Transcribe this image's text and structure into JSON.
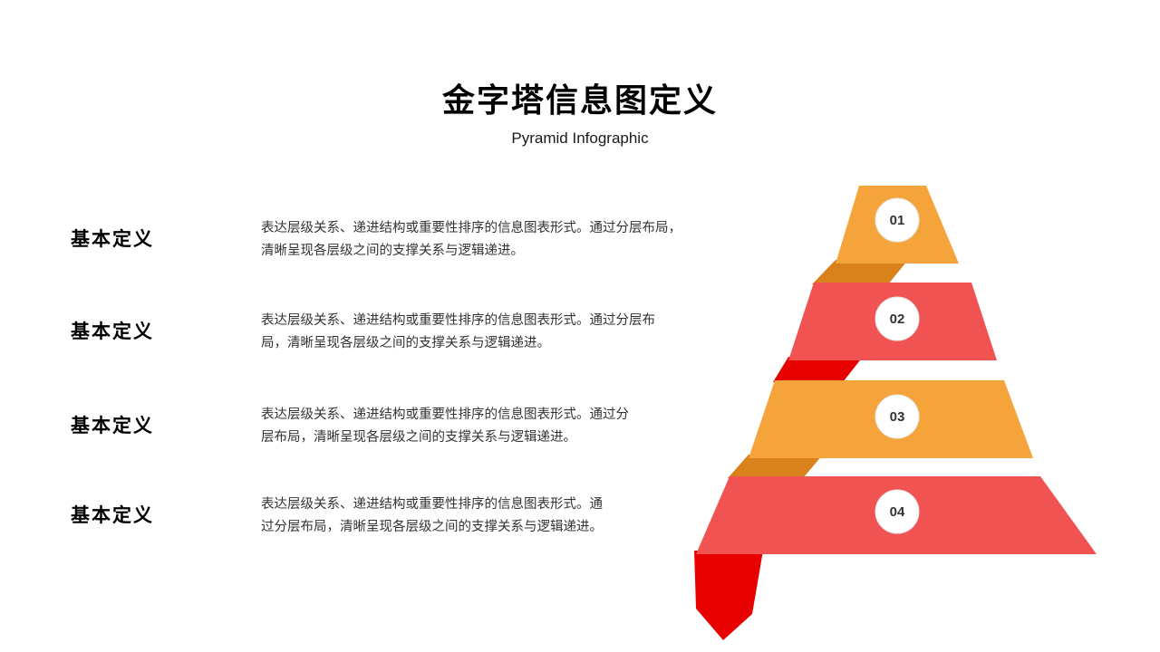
{
  "slide": {
    "title": "金字塔信息图定义",
    "subtitle": "Pyramid Infographic",
    "background_color": "#ffffff"
  },
  "rows": [
    {
      "label": "基本定义",
      "description": "表达层级关系、递进结构或重要性排序的信息图表形式。通过分层布局，\n清晰呈现各层级之间的支撑关系与逻辑递进。"
    },
    {
      "label": "基本定义",
      "description": "表达层级关系、递进结构或重要性排序的信息图表形式。通过分层布\n局，清晰呈现各层级之间的支撑关系与逻辑递进。"
    },
    {
      "label": "基本定义",
      "description": "表达层级关系、递进结构或重要性排序的信息图表形式。通过分\n层布局，清晰呈现各层级之间的支撑关系与逻辑递进。"
    },
    {
      "label": "基本定义",
      "description": "表达层级关系、递进结构或重要性排序的信息图表形式。通\n过分层布局，清晰呈现各层级之间的支撑关系与逻辑递进。"
    }
  ],
  "pyramid": {
    "levels": [
      {
        "number": "01",
        "band_color": "#F5A43C",
        "fold_color": "#D9821C"
      },
      {
        "number": "02",
        "band_color": "#F15353",
        "fold_color": "#E60000"
      },
      {
        "number": "03",
        "band_color": "#F5A43C",
        "fold_color": "#D9821C"
      },
      {
        "number": "04",
        "band_color": "#F15353"
      }
    ],
    "tail_color": "#E60000",
    "circle_color": "#FFFFFF",
    "circle_border_color": "#E6E6E6",
    "number_color": "#333333"
  }
}
